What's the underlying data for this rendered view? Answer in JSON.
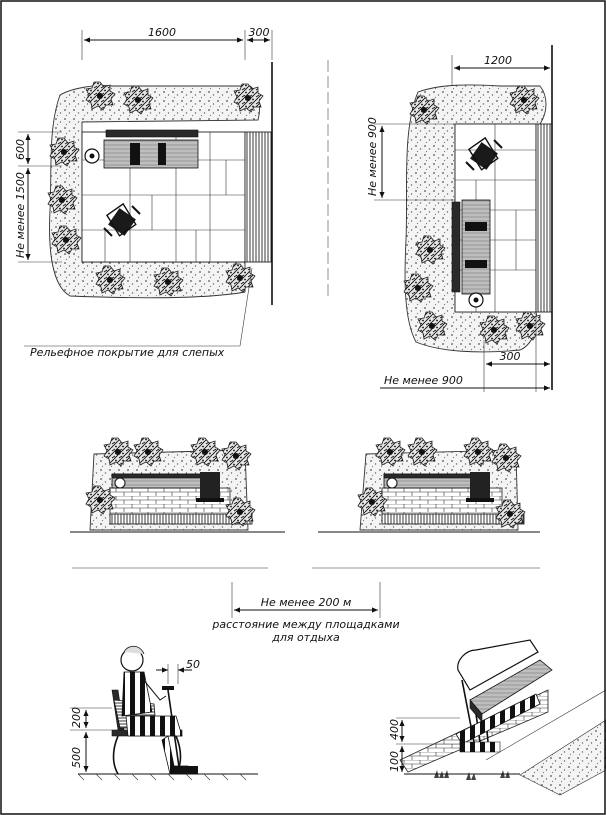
{
  "plan_left": {
    "dim_width": "1600",
    "dim_edge": "300",
    "dim_height": "Не менее 1500",
    "dim_sub": "600",
    "callout": "Рельефное покрытие для слепых"
  },
  "plan_right": {
    "dim_width": "1200",
    "dim_vertical": "Не менее 900",
    "dim_edge": "300",
    "dim_bottom": "Не менее 900"
  },
  "spacing": {
    "dim": "Не менее 200 м",
    "caption_line1": "расстояние между площадками",
    "caption_line2": "для отдыха"
  },
  "side_person": {
    "dim_cane": "50",
    "dim_seat": "200",
    "dim_height": "500"
  },
  "side_bench": {
    "dim_seat": "400",
    "dim_base": "100"
  },
  "icons": [
    "wheelchair-icon",
    "shrub-icon",
    "bench-icon",
    "cane-icon",
    "person-icon"
  ]
}
